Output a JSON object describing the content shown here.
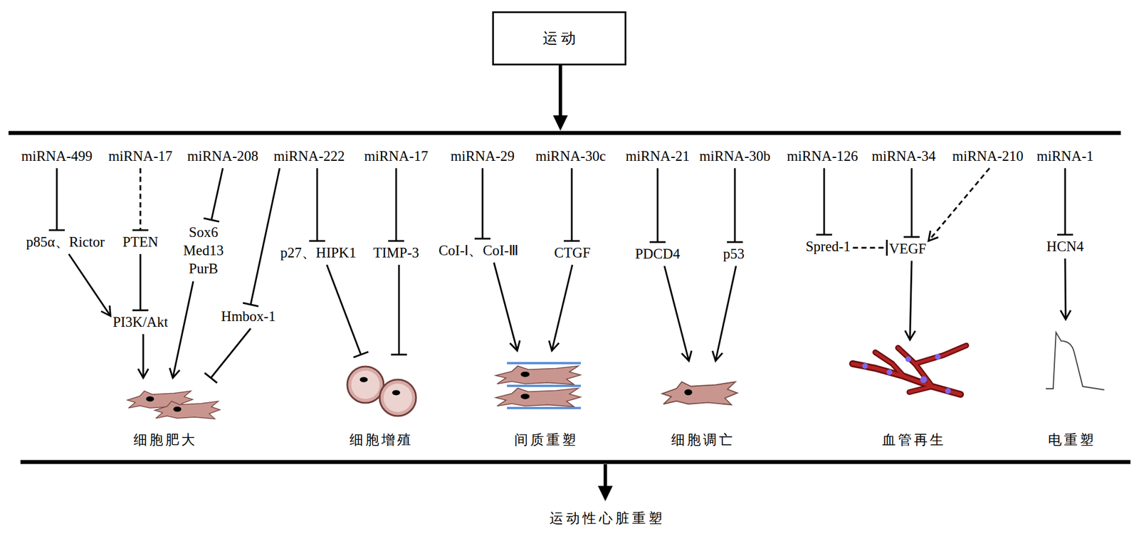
{
  "diagram": {
    "nodes": [
      {
        "text": [
          "运 动"
        ]
      },
      {
        "text": [
          "miRNA-499"
        ]
      },
      {
        "text": [
          "miRNA-17"
        ]
      },
      {
        "text": [
          "miRNA-208"
        ]
      },
      {
        "text": [
          "miRNA-222"
        ]
      },
      {
        "text": [
          "miRNA-17"
        ]
      },
      {
        "text": [
          "miRNA-29"
        ]
      },
      {
        "text": [
          "miRNA-30c"
        ]
      },
      {
        "text": [
          "miRNA-21"
        ]
      },
      {
        "text": [
          "miRNA-30b"
        ]
      },
      {
        "text": [
          "miRNA-126"
        ]
      },
      {
        "text": [
          "miRNA-34"
        ]
      },
      {
        "text": [
          "miRNA-210"
        ]
      },
      {
        "text": [
          "miRNA-1"
        ]
      },
      {
        "text": [
          "p85α、Rictor"
        ]
      },
      {
        "text": [
          "PTEN"
        ]
      },
      {
        "text": [
          "Sox6 Med13 PurB"
        ]
      },
      {
        "text": [
          "p27、HIPK1"
        ]
      },
      {
        "text": [
          "TIMP-3"
        ]
      },
      {
        "text": [
          "CoI-Ⅰ、CoI-Ⅲ"
        ]
      },
      {
        "text": [
          "CTGF"
        ]
      },
      {
        "text": [
          "PDCD4"
        ]
      },
      {
        "text": [
          "p53"
        ]
      },
      {
        "text": [
          "Spred-1"
        ]
      },
      {
        "text": [
          "VEGF"
        ]
      },
      {
        "text": [
          "HCN4"
        ]
      },
      {
        "text": [
          "PI3K/Akt"
        ]
      },
      {
        "text": [
          "Hmbox-1"
        ]
      },
      {
        "text": [
          "细胞肥大"
        ]
      },
      {
        "text": [
          "细胞增殖"
        ]
      },
      {
        "text": [
          "间质重塑"
        ]
      },
      {
        "text": [
          "细胞调亡"
        ]
      },
      {
        "text": [
          "血管再生"
        ]
      },
      {
        "text": [
          "电重塑"
        ]
      }
    ],
    "edges": [
      {
        "from": 1,
        "to": 14,
        "arrow": "to"
      },
      {
        "from": 2,
        "to": 15,
        "arrow": "to"
      },
      {
        "from": 3,
        "to": 16,
        "arrow": "to"
      },
      {
        "from": 4,
        "to": 27,
        "arrow": "to"
      },
      {
        "from": 4,
        "to": 17,
        "arrow": "to"
      },
      {
        "from": 5,
        "to": 18,
        "arrow": "to"
      },
      {
        "from": 6,
        "to": 19,
        "arrow": "to"
      },
      {
        "from": 7,
        "to": 20,
        "arrow": "to"
      },
      {
        "from": 8,
        "to": 21,
        "arrow": "to"
      },
      {
        "from": 9,
        "to": 22,
        "arrow": "to"
      },
      {
        "from": 10,
        "to": 23,
        "arrow": "to"
      },
      {
        "from": 11,
        "to": 24,
        "arrow": "to"
      },
      {
        "from": 12,
        "to": 24,
        "arrow": "to"
      },
      {
        "from": 13,
        "to": 25,
        "arrow": "to"
      },
      {
        "from": 23,
        "to": 24,
        "arrow": "to"
      },
      {
        "from": 14,
        "to": 26,
        "arrow": "to"
      },
      {
        "from": 15,
        "to": 26,
        "arrow": "to"
      },
      {
        "from": 26,
        "to": 28,
        "arrow": "to"
      },
      {
        "from": 16,
        "to": 28,
        "arrow": "to"
      },
      {
        "from": 27,
        "to": 28,
        "arrow": "to"
      },
      {
        "from": 17,
        "to": 29,
        "arrow": "to"
      },
      {
        "from": 18,
        "to": 29,
        "arrow": "to"
      },
      {
        "from": 19,
        "to": 30,
        "arrow": "to"
      },
      {
        "from": 20,
        "to": 30,
        "arrow": "to"
      },
      {
        "from": 21,
        "to": 31,
        "arrow": "to"
      },
      {
        "from": 22,
        "to": 31,
        "arrow": "to"
      },
      {
        "from": 24,
        "to": 32,
        "arrow": "to"
      },
      {
        "from": 25,
        "to": 33,
        "arrow": "to"
      }
    ],
    "labels": [
      "运动性心脏重塑"
    ]
  }
}
